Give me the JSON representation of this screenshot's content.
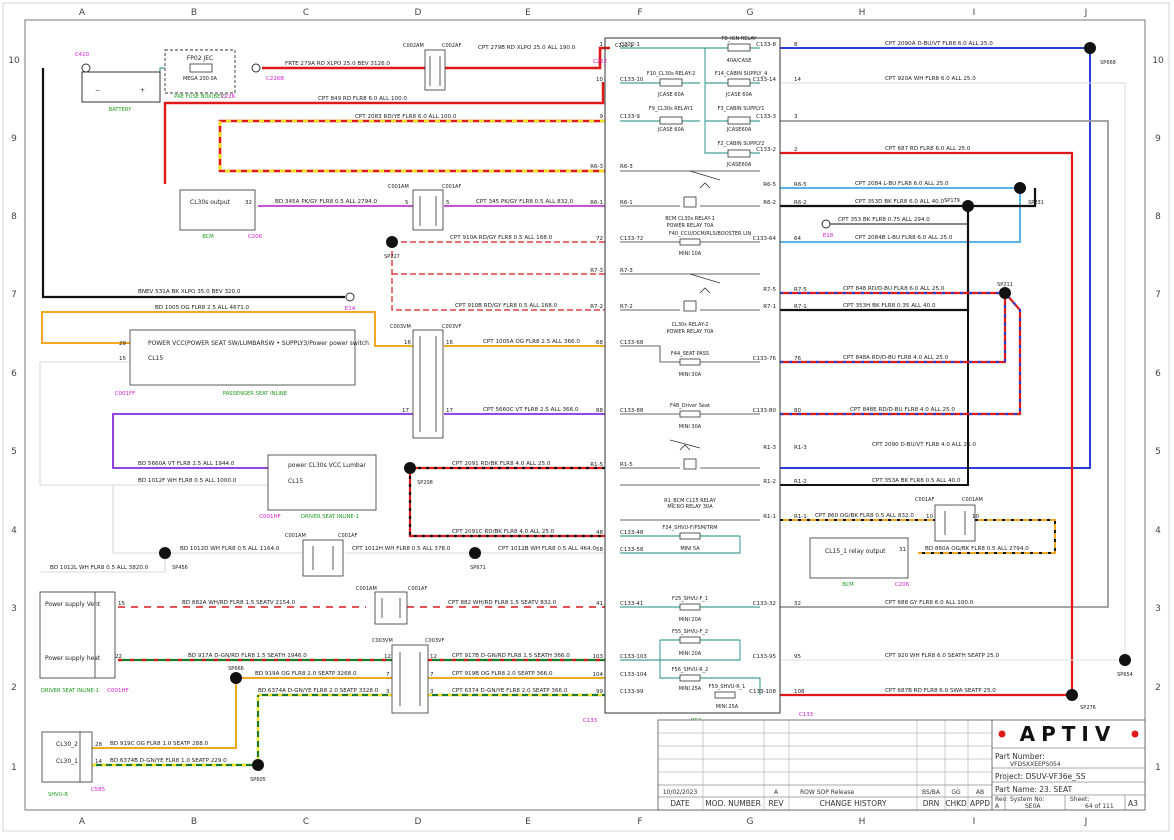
{
  "grid": {
    "columns": [
      "A",
      "B",
      "C",
      "D",
      "E",
      "F",
      "G",
      "H",
      "I",
      "J"
    ],
    "rows": [
      "10",
      "9",
      "8",
      "7",
      "6",
      "5",
      "4",
      "3",
      "2",
      "1"
    ]
  },
  "colors": {
    "red": "#e01818",
    "black": "#111111",
    "orange": "#f5a623",
    "purple": "#8a2be2",
    "blue": "#2a3fd8",
    "lightblue": "#5ab4e8",
    "teal": "#1a8a80",
    "gray": "#9a9a9a",
    "green": "#1e7a2a",
    "yellow": "#f2e21a",
    "magenta": "#d81bd8"
  },
  "wires": {
    "w1": "FRTE 279A RD XLPO 25.0 BEV 3126.0",
    "w2": "CPT 279B RD XLPO 25.0 ALL 190.0",
    "w3": "CPT 849 RD FLR8 6.0 ALL 100.0",
    "w4": "CPT 2083 RD/YE FLR8 6.0 ALL 100.0",
    "w5": "BD 345A PK/GY FLR8 0.5 ALL 2794.0",
    "w6": "CPT 345 PK/GY FLR8 0.5 ALL 832.0",
    "w7": "CPT 910A RD/GY FLR8 0.5 ALL 168.0",
    "w8": "BNEV 531A BK XLPO 35.0 BEV 320.0",
    "w9": "CPT 910B RD/GY FLR8 0.5 ALL 168.0",
    "w10": "BD 1005 OG FLR8 2.5 ALL 4671.0",
    "w11": "CPT 1005A OG FLR8 2.5 ALL 366.0",
    "w12": "CPT 5660C VT FLR8 2.5 ALL 366.0",
    "w13": "BD 5660A VT FLR8 2.5 ALL 1944.0",
    "w14": "BD 1012F WH FLR8 0.5 ALL 1000.0",
    "w15": "CPT 2091 RD/BK FLR8 4.0 ALL 25.0",
    "w16": "CPT 2091C RD/BK FLR8 4.0 ALL 25.0",
    "w17": "BD 1012D WH FLR8 0.5 ALL 1164.0",
    "w18": "CPT 1012H WH FLR8 0.5 ALL 378.0",
    "w19": "CPT 1012B WH FLR8 0.5 ALL 464.0",
    "w20": "BD 1012L WH FLR8 0.5 ALL 3820.0",
    "w21": "BD 882A WH/RD FLR8 1.5 SEATV 2154.0",
    "w22": "CPT 882 WH/RD FLR8 1.5 SEATV 832.0",
    "w23": "BD 917A D-GN/RD FLR8 1.5 SEATH 1946.0",
    "w24": "CPT 917B D-GN/RD FLR8 1.5 SEATH 366.0",
    "w25": "BD 919A OG FLR8 2.0 SEATP 3268.0",
    "w26": "CPT 919B OG FLR8 2.0 SEATP 366.0",
    "w27": "BD 6374A D-GN/YE FLR8 2.0 SEATP 3328.0",
    "w28": "CPT 6374 D-GN/YE FLR8 2.0 SEATP 366.0",
    "w29": "BD 919C OG FLR8 1.0 SEATP 288.0",
    "w30": "BD 6374B D-GN/YE FLR8 1.0 SEATP 229.0",
    "r1": "CPT 2090A D-BU/VT FLR8 6.0 ALL 25.0",
    "r2": "CPT 920A WH FLR8 6.0 ALL 25.0",
    "r3": "CPT 687 RD FLR8 6.0 ALL 25.0",
    "r4": "CPT 2084 L-BU FLR8 6.0 ALL 25.0",
    "r5": "CPT 353D BK FLR8 6.0 ALL 40.0",
    "r6": "CPT 353 BK FLR8 0.75 ALL 294.0",
    "r7": "CPT 2084B L-BU FLR8 6.0 ALL 25.0",
    "r8": "CPT 848 RD/D-BU FLR8 6.0 ALL 25.0",
    "r9": "CPT 353H BK FLR8 0.35 ALL 40.0",
    "r10": "CPT 848A RD/D-BU FLR8 4.0 ALL 25.0",
    "r11": "CPT 848E RD/D-BU FLR8 4.0 ALL 25.0",
    "r12": "CPT 2090 D-BU/VT FLR8 4.0 ALL 25.0",
    "r13": "CPT 353A BK FLR8 0.5 ALL 40.0",
    "r14": "CPT 860 OG/BK FLR8 0.5 ALL 832.0",
    "r15": "BD 860A OG/BK FLR8 0.5 ALL 2794.0",
    "r16": "CPT 688 GY FLR8 6.0 ALL 100.0",
    "r17": "CPT 920 WH FLR8 6.0 SEATH SEATP 25.0",
    "r18": "CPT 687B RD FLR8 6.0 SWA SEATP 25.0"
  },
  "components": {
    "c410": "C410",
    "battery": "BATTERY",
    "fp02": "FP02 JEC",
    "mega": "MEGA 200.0A",
    "prefuse": "PRE FUSE BOX(BEV)",
    "c226b": "C226B",
    "c226": "C226",
    "c222": "C222",
    "c222_1": "C222-1",
    "c002am": "C002AM",
    "c002af": "C002AF",
    "c001am": "C001AM",
    "c001af": "C001AF",
    "c003vm": "C003VM",
    "c003vf": "C003VF",
    "cl30s_out": "CL30s output",
    "bcm": "BCM",
    "c206": "C206",
    "sp227": "SP227",
    "e14": "E14",
    "e18": "E18",
    "sp668": "SP668",
    "sp179": "SP179",
    "sp231": "SP231",
    "sp211": "SP211",
    "pass_box": "POWER VCC(POWER SEAT SW/LUMBARSW • SUPPLY3/Power power switch",
    "cl15": "CL15",
    "c001ff": "C001FF",
    "pass_inline": "PASSENGER SEAT INLINE",
    "lumbar": "power CL30s VCC Lumbar",
    "c001hf": "C001HF",
    "drv_inline1": "DRIVER SEAT INLINE-1",
    "sp208": "SP208",
    "sp456": "SP456",
    "sp671": "SP671",
    "ps_vent": "Power supply Vent",
    "ps_heat": "Power supply heat",
    "drv_inline": "DRIVER SEAT INLINE-1",
    "c001hf2": "C001HF",
    "sp666": "SP666",
    "cl30_2": "CL30_2",
    "cl30_1": "CL30_1",
    "shvu_r": "SHVU-R",
    "c585": "C585",
    "sp605": "SP605",
    "cl15_relay": "CL15_1 relay output",
    "bcm2": "BCM",
    "c206b": "C206",
    "sp654": "SP654",
    "sp276": "SP276",
    "c133": "C133",
    "c133r": "C133",
    "r52": "R52"
  },
  "fuses": {
    "f8": "F8_IGN RELAY",
    "f8v": "40A/CASE",
    "f10": "F10_CL30s RELAY-2",
    "f10v": "JCASE 60A",
    "f14": "F14_CABIN SUPPLY_4",
    "f14v": "JCASE 60A",
    "f9": "F9_CL30s RELAY1",
    "f9v": "JCASE 60A",
    "f3": "F3_CABIN SUPPLY1",
    "f3v": "JCASE60A",
    "f2": "F2_CABIN SUPPLY2",
    "f2v": "JCASE60A",
    "rly1a": "BCM CL30s RELAY-1",
    "rly1b": "POWER RELAY 70A",
    "f40": "F40_CCU/DCM/RLS/BOOSTER LIN",
    "f40v": "MINI 10A",
    "rly2a": "CL30s RELAY-2",
    "rly2b": "POWER RELAY 70A",
    "f44": "F44_SEAT PASS",
    "f44v": "MINI 30A",
    "f48": "F48_Driver Seat",
    "f48v": "MINI 30A",
    "r1a": "R1_BCM CL15 RELAY",
    "r1b": "MICRO RELAY 30A",
    "f34": "F34_SHVU-F/PSM/TRM",
    "f34v": "MINI 5A",
    "f25": "F25_SHVU-F_1",
    "f25v": "MINI 20A",
    "f55": "F55_SHVU-F_2",
    "f55v": "MINI 20A",
    "f56": "F56_SHVU-R_2",
    "f56v": "MINI 25A",
    "f59": "F59_SHVU-R_1",
    "f59v": "MINI 25A"
  },
  "pins": {
    "l1": "1",
    "l10": "10",
    "l9": "9",
    "l63": "R6-3",
    "l61": "R6-1",
    "l72": "72",
    "l73": "R7-3",
    "l72b": "R7-2",
    "l68": "68",
    "l88": "88",
    "l15": "R1-5",
    "l48": "48",
    "l58": "58",
    "l41": "41",
    "l103": "103",
    "l104": "104",
    "l99": "99",
    "il1": "C222-1",
    "il10": "C133-10",
    "il9": "C133-9",
    "il63": "R6-3",
    "il61": "R6-1",
    "il72": "C133-72",
    "il73": "R7-3",
    "il72b": "R7-2",
    "il68": "C133-68",
    "il88": "C133-88",
    "il15": "R1-5",
    "il48": "C133-48",
    "il58": "C133-58",
    "il41": "C133-41",
    "il103": "C133-103",
    "il104": "C133-104",
    "il99": "C133-99",
    "ir8": "C133-8",
    "ir14": "C133-14",
    "ir3": "C133-3",
    "ir2": "C133-2",
    "ir65": "R6-5",
    "ir62": "R6-2",
    "ir64": "C133-64",
    "ir75": "R7-5",
    "ir71": "R7-1",
    "ir76": "C133-76",
    "ir80": "C133-80",
    "ir13": "R1-3",
    "ir12": "R1-2",
    "ir11": "R1-1",
    "ir32": "C133-32",
    "ir95": "C133-95",
    "ir108": "C133-108",
    "r8": "8",
    "r14": "14",
    "r3": "3",
    "r2": "2",
    "r65": "R6-5",
    "r62": "R6-2",
    "r64": "64",
    "r75": "R7-5",
    "r71": "R7-1",
    "r76": "76",
    "r80": "80",
    "r13": "R1-3",
    "r12": "R1-2",
    "r11": "R1-1",
    "r32": "32",
    "r95": "95",
    "r108": "108",
    "p32": "32",
    "p5": "5",
    "p29": "29",
    "p15": "15",
    "p16": "16",
    "p16b": "16",
    "p17": "17",
    "p17b": "17",
    "p12": "12",
    "p7": "7",
    "p3": "3",
    "p22": "22",
    "p28": "28",
    "p14": "14",
    "p31": "31",
    "p10": "10"
  },
  "title_block": {
    "brand": "APTIV",
    "part_number_label": "Part Number:",
    "part_number": "VFDSXXEEPS054",
    "project": "Project: DSUV-VF36e_SS",
    "part_name": "Part Name: 23. SEAT",
    "date": "10/02/2023",
    "rev_letter": "A",
    "change": "ROW SOP Release",
    "drn": "BS/BA",
    "chkd": "GG",
    "appd": "AB",
    "h_date": "DATE",
    "h_mod": "MOD. NUMBER",
    "h_rev": "REV",
    "h_change": "CHANGE HISTORY",
    "h_drn": "DRN",
    "h_chkd": "CHKD",
    "h_appd": "APPD",
    "rev_label": "Rev:",
    "rev": "A",
    "system_label": "System No:",
    "system": "SE0A",
    "sheet_label": "Sheet:",
    "sheet": "64 of 111",
    "size": "A3"
  }
}
